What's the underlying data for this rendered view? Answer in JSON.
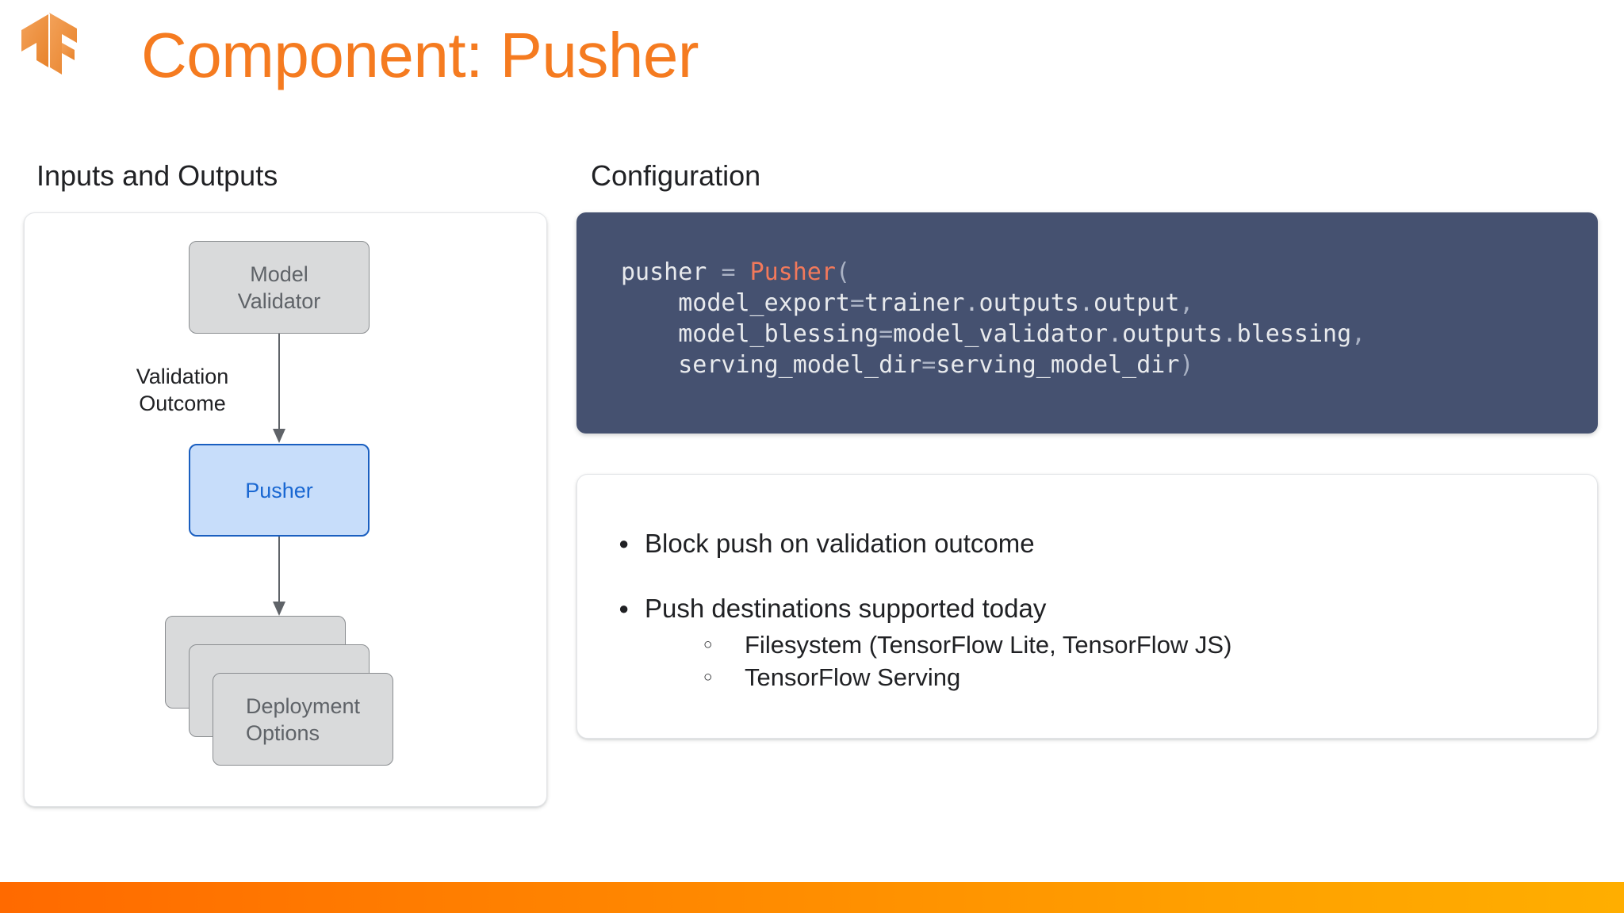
{
  "header": {
    "logo_icon": "tensorflow-logo-icon",
    "title": "Component: Pusher",
    "title_color": "#F57B20"
  },
  "columns": {
    "left_heading": "Inputs and Outputs",
    "right_heading": "Configuration"
  },
  "diagram": {
    "nodes": [
      {
        "id": "model-validator",
        "label": "Model\nValidator",
        "label_line1": "Model",
        "label_line2": "Validator",
        "style": "gray"
      },
      {
        "id": "pusher",
        "label": "Pusher",
        "style": "blue-highlight"
      },
      {
        "id": "deployment-options",
        "label_line1": "Deployment",
        "label_line2": "Options",
        "style": "gray-stack",
        "stack_count": 3
      }
    ],
    "edges": [
      {
        "from": "model-validator",
        "to": "pusher",
        "label_line1": "Validation",
        "label_line2": "Outcome"
      },
      {
        "from": "pusher",
        "to": "deployment-options",
        "label": ""
      }
    ],
    "colors": {
      "gray_fill": "#D9DADB",
      "gray_border": "#8A8D90",
      "gray_text": "#5F6368",
      "blue_fill": "#C7DDFA",
      "blue_border": "#1A5FC0",
      "blue_text": "#1967D2",
      "arrow": "#5F6368"
    }
  },
  "code": {
    "language": "python",
    "background": "#455170",
    "lines": [
      {
        "segments": [
          {
            "text": "pusher ",
            "type": "plain"
          },
          {
            "text": "= ",
            "type": "punct"
          },
          {
            "text": "Pusher",
            "type": "function"
          },
          {
            "text": "(",
            "type": "punct"
          }
        ]
      },
      {
        "segments": [
          {
            "text": "    model_export",
            "type": "plain"
          },
          {
            "text": "=",
            "type": "punct"
          },
          {
            "text": "trainer",
            "type": "plain"
          },
          {
            "text": ".",
            "type": "dot"
          },
          {
            "text": "outputs",
            "type": "plain"
          },
          {
            "text": ".",
            "type": "dot"
          },
          {
            "text": "output",
            "type": "plain"
          },
          {
            "text": ",",
            "type": "punct"
          }
        ]
      },
      {
        "segments": [
          {
            "text": "    model_blessing",
            "type": "plain"
          },
          {
            "text": "=",
            "type": "punct"
          },
          {
            "text": "model_validator",
            "type": "plain"
          },
          {
            "text": ".",
            "type": "dot"
          },
          {
            "text": "outputs",
            "type": "plain"
          },
          {
            "text": ".",
            "type": "dot"
          },
          {
            "text": "blessing",
            "type": "plain"
          },
          {
            "text": ",",
            "type": "punct"
          }
        ]
      },
      {
        "segments": [
          {
            "text": "    serving_model_dir",
            "type": "plain"
          },
          {
            "text": "=",
            "type": "punct"
          },
          {
            "text": "serving_model_dir",
            "type": "plain"
          },
          {
            "text": ")",
            "type": "punct"
          }
        ]
      }
    ],
    "plain_text": "pusher = Pusher(\n    model_export=trainer.outputs.output,\n    model_blessing=model_validator.outputs.blessing,\n    serving_model_dir=serving_model_dir)"
  },
  "bullets": [
    {
      "text": "Block push on validation outcome",
      "marker": "filled-disc",
      "children": []
    },
    {
      "text": "Push destinations supported today",
      "marker": "filled-disc",
      "children": [
        {
          "text": "Filesystem (TensorFlow Lite, TensorFlow JS)",
          "marker": "hollow-circle"
        },
        {
          "text": "TensorFlow Serving",
          "marker": "hollow-circle"
        }
      ]
    }
  ],
  "footer": {
    "gradient_start": "#FF6A00",
    "gradient_end": "#FFAE00"
  }
}
